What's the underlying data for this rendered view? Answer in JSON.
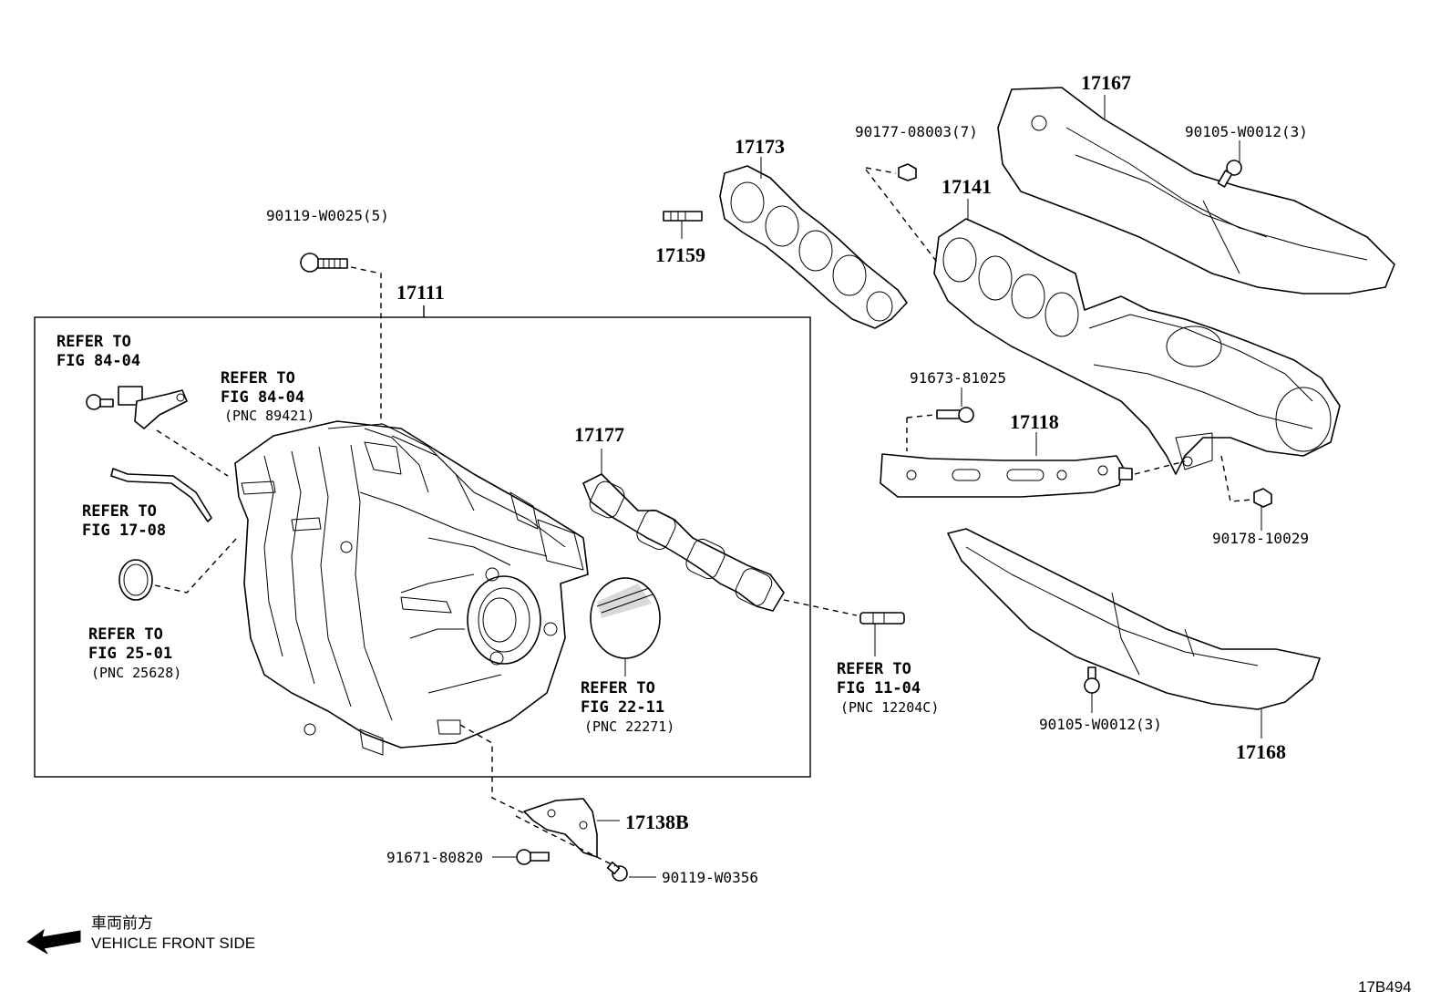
{
  "parts": {
    "p17111": "17111",
    "p17167": "17167",
    "p17173": "17173",
    "p17141": "17141",
    "p17159": "17159",
    "p17177": "17177",
    "p17118": "17118",
    "p17168": "17168",
    "p17138b": "17138B",
    "b90119_w0025": "90119-W0025(5)",
    "b90177_08003": "90177-08003(7)",
    "b90105_w0012_top": "90105-W0012(3)",
    "b91673_81025": "91673-81025",
    "b90178_10029": "90178-10029",
    "b90105_w0012_bottom": "90105-W0012(3)",
    "b91671_80820": "91671-80820",
    "b90119_w0356": "90119-W0356"
  },
  "refs": {
    "r1": {
      "line1": "REFER TO",
      "line2": "FIG 84-04"
    },
    "r2": {
      "line1": "REFER TO",
      "line2": "FIG 84-04",
      "line3": "(PNC 89421)"
    },
    "r3": {
      "line1": "REFER TO",
      "line2": "FIG 17-08"
    },
    "r4": {
      "line1": "REFER TO",
      "line2": "FIG 25-01",
      "line3": "(PNC 25628)"
    },
    "r5": {
      "line1": "REFER TO",
      "line2": "FIG 22-11",
      "line3": "(PNC 22271)"
    },
    "r6": {
      "line1": "REFER TO",
      "line2": "FIG 11-04",
      "line3": "(PNC 12204C)"
    }
  },
  "legend": {
    "front_jp": "車両前方",
    "front_en": "VEHICLE FRONT SIDE"
  },
  "figure_code": "17B494"
}
